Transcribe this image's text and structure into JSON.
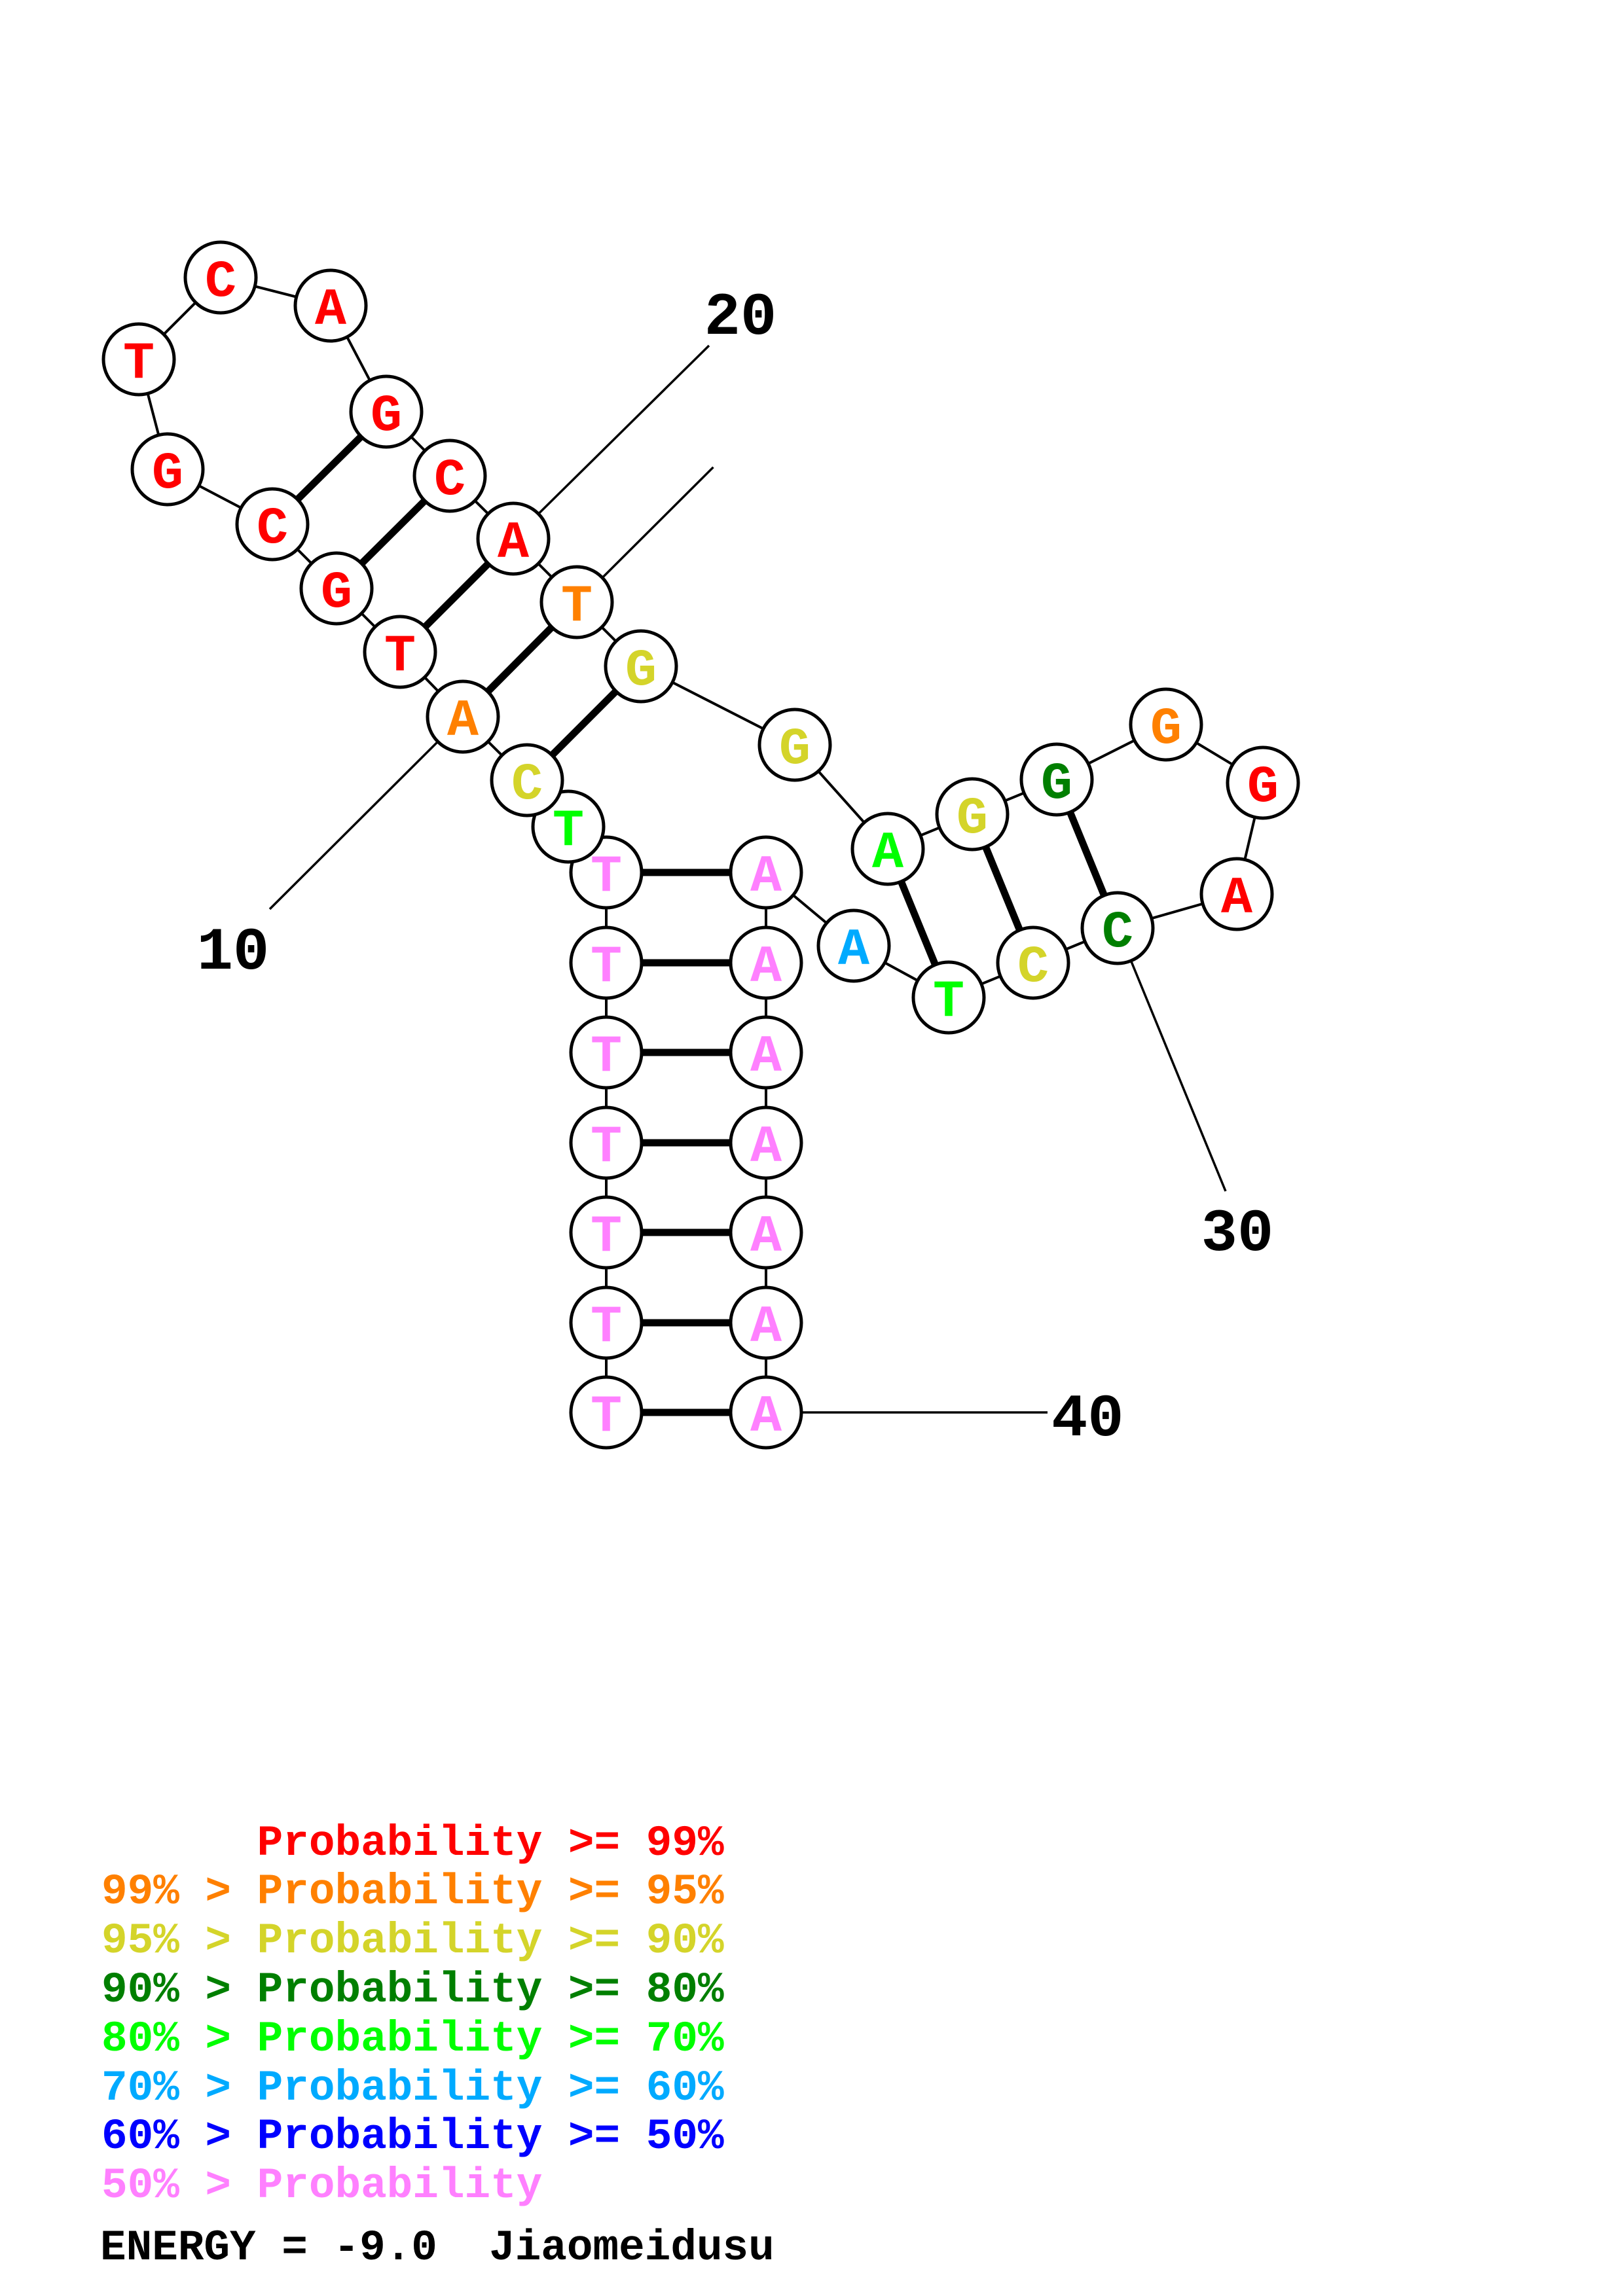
{
  "structure": {
    "sequence": "TTTTTTTTCATGCGTCAGCATGGAGGGGACCTAAAAAAAA",
    "nucleotides": [
      {
        "n": 1,
        "base": "T",
        "prob_class": 7
      },
      {
        "n": 2,
        "base": "T",
        "prob_class": 7
      },
      {
        "n": 3,
        "base": "T",
        "prob_class": 7
      },
      {
        "n": 4,
        "base": "T",
        "prob_class": 7
      },
      {
        "n": 5,
        "base": "T",
        "prob_class": 7
      },
      {
        "n": 6,
        "base": "T",
        "prob_class": 7
      },
      {
        "n": 7,
        "base": "T",
        "prob_class": 7
      },
      {
        "n": 8,
        "base": "T",
        "prob_class": 4
      },
      {
        "n": 9,
        "base": "C",
        "prob_class": 2
      },
      {
        "n": 10,
        "base": "A",
        "prob_class": 1
      },
      {
        "n": 11,
        "base": "T",
        "prob_class": 0
      },
      {
        "n": 12,
        "base": "G",
        "prob_class": 0
      },
      {
        "n": 13,
        "base": "C",
        "prob_class": 0
      },
      {
        "n": 14,
        "base": "G",
        "prob_class": 0
      },
      {
        "n": 15,
        "base": "T",
        "prob_class": 0
      },
      {
        "n": 16,
        "base": "C",
        "prob_class": 0
      },
      {
        "n": 17,
        "base": "A",
        "prob_class": 0
      },
      {
        "n": 18,
        "base": "G",
        "prob_class": 0
      },
      {
        "n": 19,
        "base": "C",
        "prob_class": 0
      },
      {
        "n": 20,
        "base": "A",
        "prob_class": 0
      },
      {
        "n": 21,
        "base": "T",
        "prob_class": 1
      },
      {
        "n": 22,
        "base": "G",
        "prob_class": 2
      },
      {
        "n": 23,
        "base": "G",
        "prob_class": 2
      },
      {
        "n": 24,
        "base": "A",
        "prob_class": 4
      },
      {
        "n": 25,
        "base": "G",
        "prob_class": 2
      },
      {
        "n": 26,
        "base": "G",
        "prob_class": 3
      },
      {
        "n": 27,
        "base": "G",
        "prob_class": 1
      },
      {
        "n": 28,
        "base": "G",
        "prob_class": 0
      },
      {
        "n": 29,
        "base": "A",
        "prob_class": 0
      },
      {
        "n": 30,
        "base": "C",
        "prob_class": 3
      },
      {
        "n": 31,
        "base": "C",
        "prob_class": 2
      },
      {
        "n": 32,
        "base": "T",
        "prob_class": 4
      },
      {
        "n": 33,
        "base": "A",
        "prob_class": 5
      },
      {
        "n": 34,
        "base": "A",
        "prob_class": 7
      },
      {
        "n": 35,
        "base": "A",
        "prob_class": 7
      },
      {
        "n": 36,
        "base": "A",
        "prob_class": 7
      },
      {
        "n": 37,
        "base": "A",
        "prob_class": 7
      },
      {
        "n": 38,
        "base": "A",
        "prob_class": 7
      },
      {
        "n": 39,
        "base": "A",
        "prob_class": 7
      },
      {
        "n": 40,
        "base": "A",
        "prob_class": 7
      }
    ],
    "pairs": [
      [
        1,
        40
      ],
      [
        2,
        39
      ],
      [
        3,
        38
      ],
      [
        4,
        37
      ],
      [
        5,
        36
      ],
      [
        6,
        35
      ],
      [
        7,
        34
      ],
      [
        9,
        22
      ],
      [
        10,
        21
      ],
      [
        11,
        20
      ],
      [
        12,
        19
      ],
      [
        13,
        18
      ],
      [
        24,
        32
      ],
      [
        25,
        31
      ],
      [
        26,
        30
      ]
    ],
    "position_labels": [
      "10",
      "20",
      "30",
      "40"
    ]
  },
  "legend": {
    "colors": [
      "#ff0000",
      "#ff8000",
      "#d4d42a",
      "#007f00",
      "#00ff00",
      "#00aaff",
      "#0000ff",
      "#ff80ff"
    ],
    "lines": [
      "      Probability >= 99%",
      "99% > Probability >= 95%",
      "95% > Probability >= 90%",
      "90% > Probability >= 80%",
      "80% > Probability >= 70%",
      "70% > Probability >= 60%",
      "60% > Probability >= 50%",
      "50% > Probability"
    ]
  },
  "footer": {
    "energy_text": "ENERGY = -9.0  Jiaomeidusu"
  }
}
